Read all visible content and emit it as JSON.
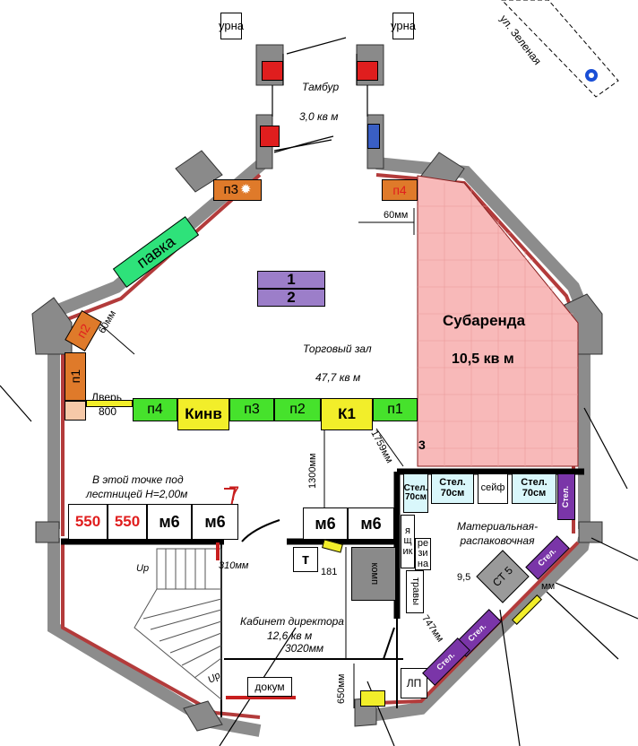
{
  "street": "ул. Зеленая",
  "rooms": {
    "tambur": {
      "name": "Тамбур",
      "area": "3,0 кв м"
    },
    "hall": {
      "name": "Торговый зал",
      "area": "47,7 кв м"
    },
    "sublease": {
      "name": "Субаренда",
      "area": "10,5 кв м"
    },
    "office": {
      "name": "Кабинет директора",
      "area": "12,6 кв м",
      "dim": "3020мм"
    },
    "storage": {
      "name": "Материальная-распаковочная"
    }
  },
  "labels": {
    "urn": "урна",
    "p3": "п3",
    "p4": "п4",
    "p1": "п1",
    "p2": "п2",
    "pavka": "павка",
    "one": "1",
    "two": "2",
    "door": "Дверь",
    "door_width": "800",
    "green_row": [
      "п4",
      "Кинв",
      "п3",
      "п2",
      "К1",
      "п1"
    ],
    "stair_note_1": "В этой точке под",
    "stair_note_2": "лестницей Н=2,00м",
    "seven": "7",
    "three": "3",
    "s550a": "550",
    "s550b": "550",
    "m6a": "м6",
    "m6b": "м6",
    "m6c": "м6",
    "m6d": "м6",
    "t": "т",
    "komp": "комп",
    "yashik": "ящик",
    "rezina": "резина",
    "travy": "травы",
    "lp": "ЛП",
    "dokum": "докум",
    "up1": "Up",
    "up2": "Up",
    "sejf": "сейф",
    "stel": "Стел.",
    "cm70": "70см",
    "st5": "СТ 5",
    "n181": "181",
    "n95": "9,5",
    "dims": {
      "d60_top": "60мм",
      "d60_left": "60мм",
      "d759": "1759мм",
      "d1300": "1300мм",
      "d310": "310мм",
      "d747": "747мм",
      "d650": "650мм",
      "dmm": "мм"
    }
  }
}
